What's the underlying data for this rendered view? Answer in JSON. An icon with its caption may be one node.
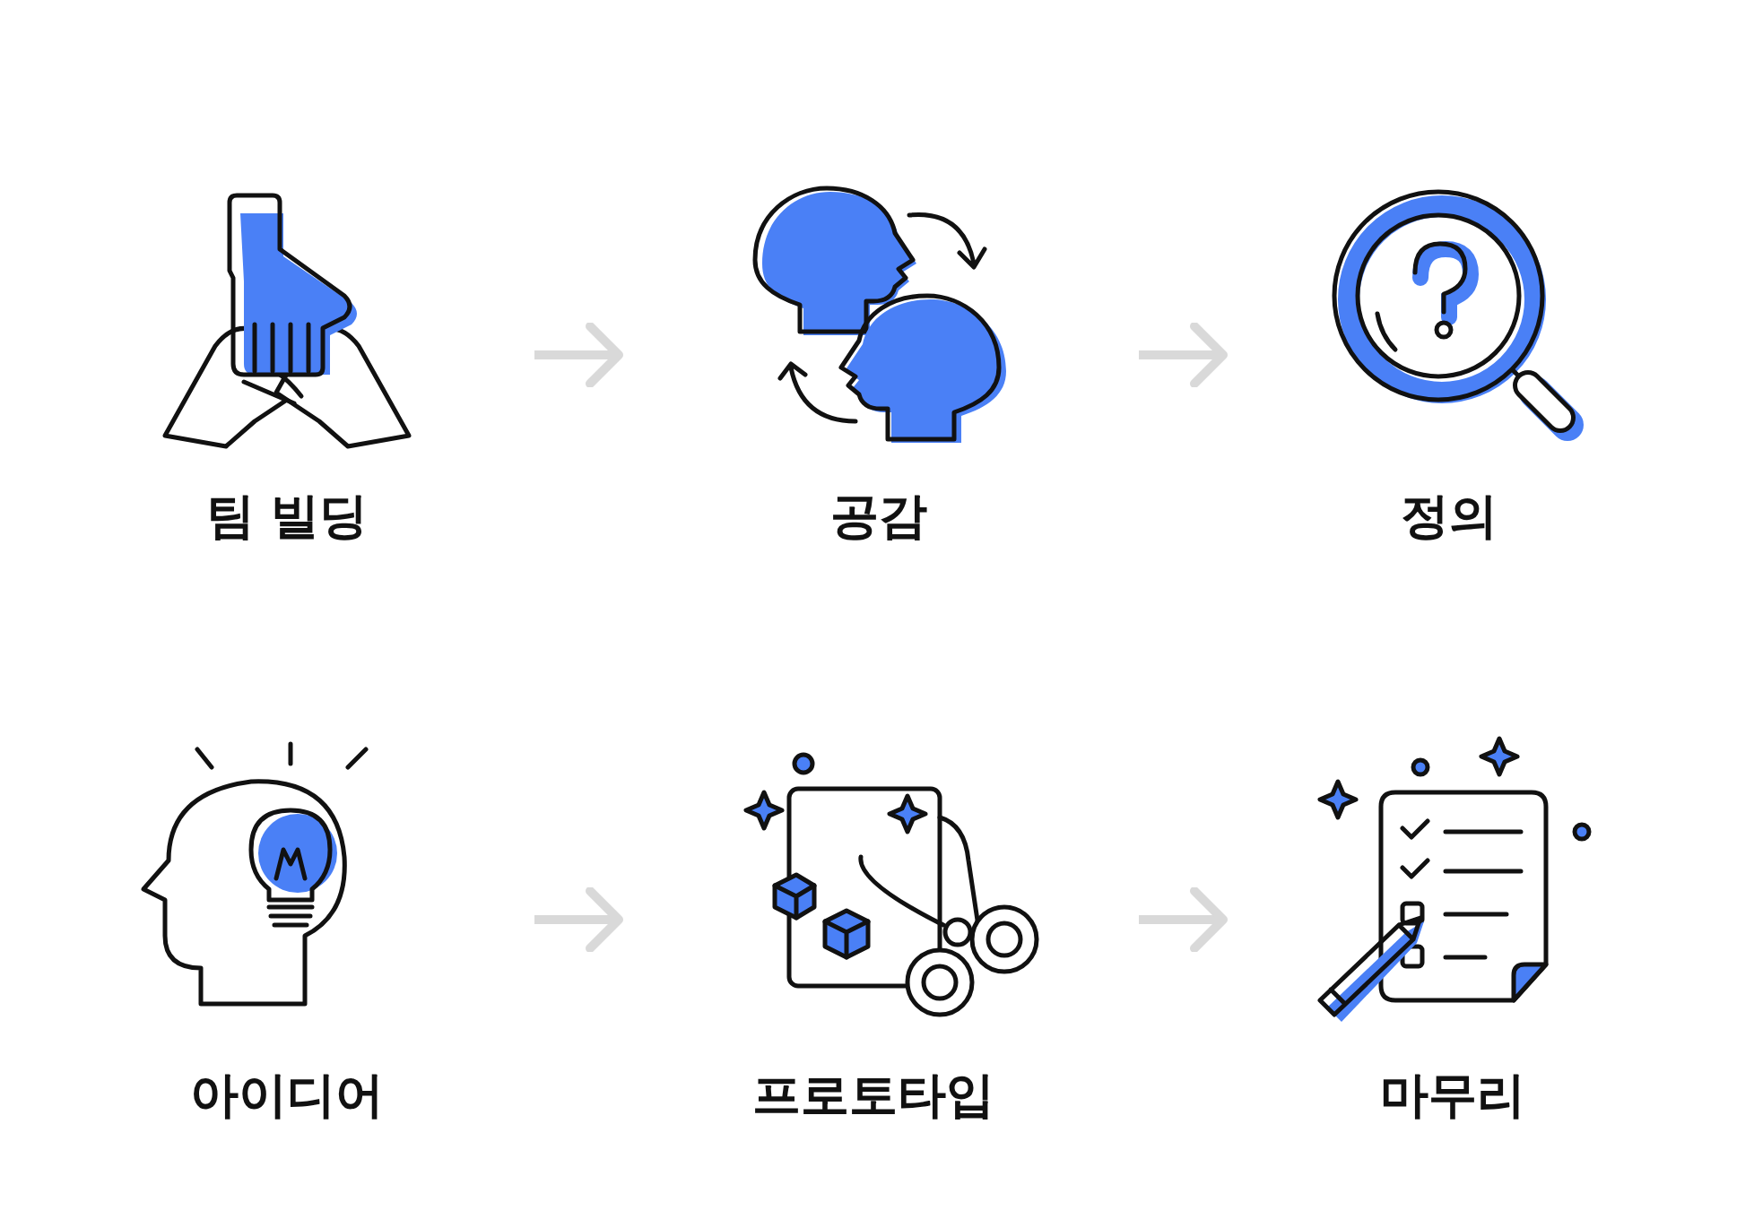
{
  "diagram": {
    "nodes": [
      {
        "text": [
          "팀 빌딩"
        ]
      },
      {
        "text": [
          "공감"
        ]
      },
      {
        "text": [
          "정의"
        ]
      },
      {
        "text": [
          "아이디어"
        ]
      },
      {
        "text": [
          "프로토타입"
        ]
      },
      {
        "text": [
          "마무리"
        ]
      }
    ],
    "edges": [
      {
        "from": 0,
        "to": 1,
        "arrow": "to"
      },
      {
        "from": 1,
        "to": 2,
        "arrow": "to"
      },
      {
        "from": 3,
        "to": 4,
        "arrow": "to"
      },
      {
        "from": 4,
        "to": 5,
        "arrow": "to"
      }
    ]
  }
}
